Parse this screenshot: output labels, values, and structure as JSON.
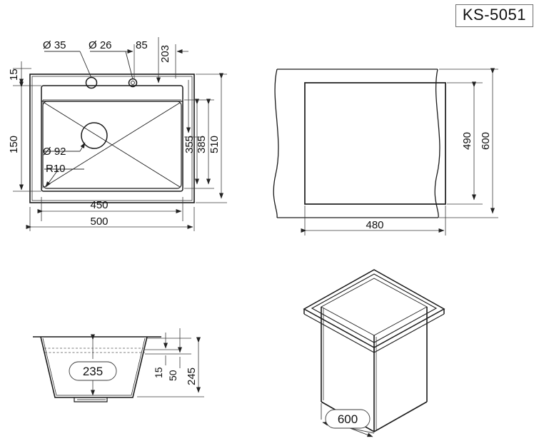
{
  "sheet": {
    "title": "KS-5051",
    "watermark": "",
    "line_color": "#1a1a1a",
    "dim_color": "#3a3a3a",
    "bg_color": "#ffffff"
  },
  "views": {
    "plan": {
      "name": "top-plan-view",
      "dimensions": {
        "hole_left_dia": "Ø 35",
        "hole_right_dia": "Ø 26",
        "hole_spacing": "85",
        "hole_offset_vertical": "203",
        "rim_top_offset": "15",
        "basin_top_offset": "150",
        "drain_dia": "Ø 92",
        "corner_radius": "R10",
        "inner_width": "450",
        "outer_width": "500",
        "dim_355": "355",
        "dim_385": "385",
        "outer_height": "510"
      }
    },
    "cutout": {
      "name": "cutout-elevation-view",
      "dimensions": {
        "width": "480",
        "inner_height": "490",
        "outer_height": "600"
      }
    },
    "section": {
      "name": "section-view",
      "dimensions": {
        "depth": "235",
        "dim_15": "15",
        "dim_50": "50",
        "overall": "245"
      }
    },
    "isometric": {
      "name": "isometric-cabinet-view",
      "dimensions": {
        "cabinet_width": "600"
      }
    }
  }
}
